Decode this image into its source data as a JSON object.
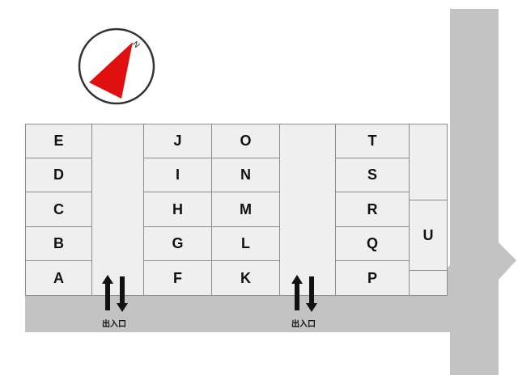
{
  "compass": {
    "north_label": "N",
    "needle_color": "#e01010"
  },
  "colors": {
    "road": "#c3c3c3",
    "lot_fill": "#efefef",
    "lot_border": "#8c8c8c",
    "arrow": "#111111"
  },
  "lots": {
    "A": "A",
    "B": "B",
    "C": "C",
    "D": "D",
    "E": "E",
    "F": "F",
    "G": "G",
    "H": "H",
    "I": "I",
    "J": "J",
    "K": "K",
    "L": "L",
    "M": "M",
    "N": "N",
    "O": "O",
    "P": "P",
    "Q": "Q",
    "R": "R",
    "S": "S",
    "T": "T",
    "U": "U"
  },
  "entrances": [
    {
      "label": "出入口"
    },
    {
      "label": "出入口"
    }
  ]
}
